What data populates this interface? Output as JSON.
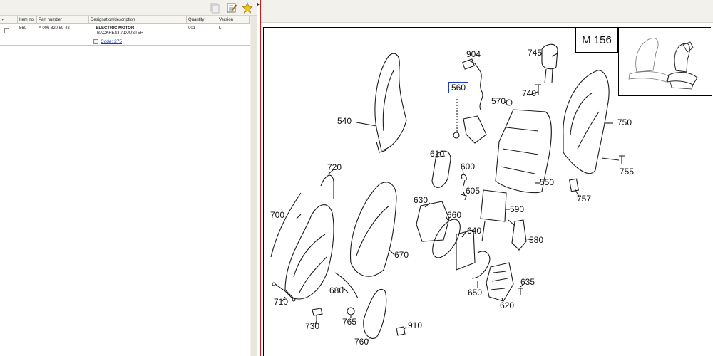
{
  "toolbar": {
    "icons": [
      "copy-icon",
      "notepad-icon",
      "favorite-star-icon"
    ]
  },
  "grid": {
    "headers": {
      "check": "✓",
      "item_no": "Item no.",
      "part_number": "Part number",
      "description": "Designation/description",
      "quantity": "Quantity",
      "version": "Version"
    },
    "rows": [
      {
        "item_no": "560",
        "part_number": "A 006 820 59 42",
        "prefix": "· ·",
        "title": "ELECTRIC MOTOR",
        "subtitle": "BACKREST ADJUSTER",
        "code_label": "Code: 275",
        "quantity": "001",
        "version": "L"
      }
    ]
  },
  "drawing": {
    "model": "M 156",
    "selected_callout": "560",
    "callouts": [
      "904",
      "745",
      "740",
      "570",
      "750",
      "755",
      "540",
      "610",
      "600",
      "605",
      "550",
      "757",
      "720",
      "630",
      "590",
      "700",
      "660",
      "640",
      "580",
      "670",
      "635",
      "710",
      "680",
      "650",
      "620",
      "765",
      "910",
      "730",
      "760"
    ]
  },
  "colors": {
    "splitter_red": "#d11a1a",
    "link_blue": "#1e37c8",
    "selection_blue": "#1f3cc0"
  }
}
